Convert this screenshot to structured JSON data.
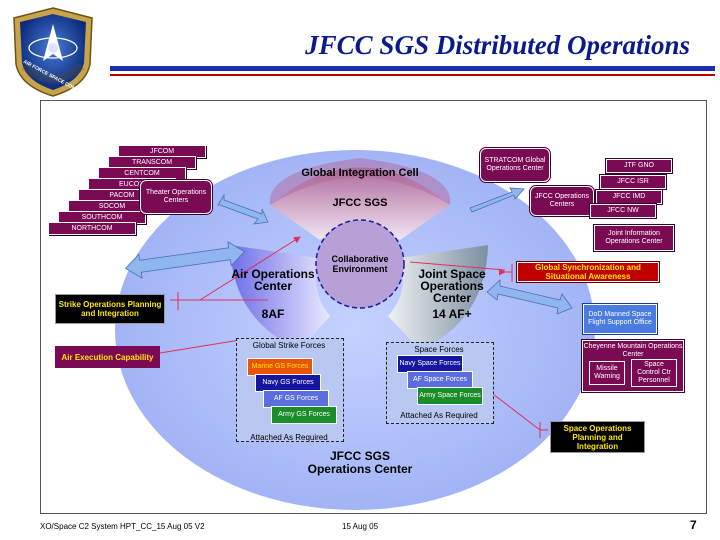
{
  "slide": {
    "title": "JFCC SGS Distributed Operations",
    "page_number": "7",
    "footer_left": "XO/Space C2 System HPT_CC_15 Aug 05 V2",
    "footer_date": "15 Aug 05"
  },
  "logo": {
    "text": "AIR FORCE SPACE COMMAND",
    "icon": "afspc-shield-logo"
  },
  "commands": [
    "JFCOM",
    "TRANSCOM",
    "CENTCOM",
    "EUCOM",
    "PACOM",
    "SOCOM",
    "SOUTHCOM",
    "NORTHCOM"
  ],
  "theater_centers": "Theater Operations Centers",
  "stratcom": "STRATCOM Global Operations Center",
  "jfcc_centers": "JFCC Operations Centers",
  "jtf_items": [
    "JTF GNO",
    "JFCC ISR",
    "JFCC IMD",
    "JFCC NW"
  ],
  "jioc": "Joint Information Operations Center",
  "global_integration": {
    "title": "Global Integration Cell",
    "sub": "JFCC SGS"
  },
  "collaborative": "Collaborative Environment",
  "air_ops": {
    "title": "Air Operations Center",
    "sub": "8AF"
  },
  "joint_space": {
    "title": "Joint Space Operations Center",
    "sub": "14 AF+"
  },
  "jfcc_sgs_center": "JFCC SGS Operations Center",
  "global_strike": {
    "title": "Global Strike Forces",
    "items": [
      "Marine GS Forces",
      "Navy GS Forces",
      "AF GS Forces",
      "Army GS Forces"
    ],
    "footer": "Attached As Required"
  },
  "space_forces": {
    "title": "Space Forces",
    "items": [
      "Navy Space Forces",
      "AF Space Forces",
      "Army Space Forces"
    ],
    "footer": "Attached As Required"
  },
  "callouts": {
    "strike_ops": "Strike Operations Planning and Integration",
    "air_exec": "Air Execution Capability",
    "global_sync": "Global Synchronization and Situational Awareness",
    "space_ops": "Space Operations Planning and Integration"
  },
  "dod_manned": "DoD Manned Space Flight Support Office",
  "cheyenne": {
    "title": "Cheyenne Mountain Operations Center",
    "missile": "Missile Warning",
    "space_control": "Space Control Ctr Personnel"
  }
}
